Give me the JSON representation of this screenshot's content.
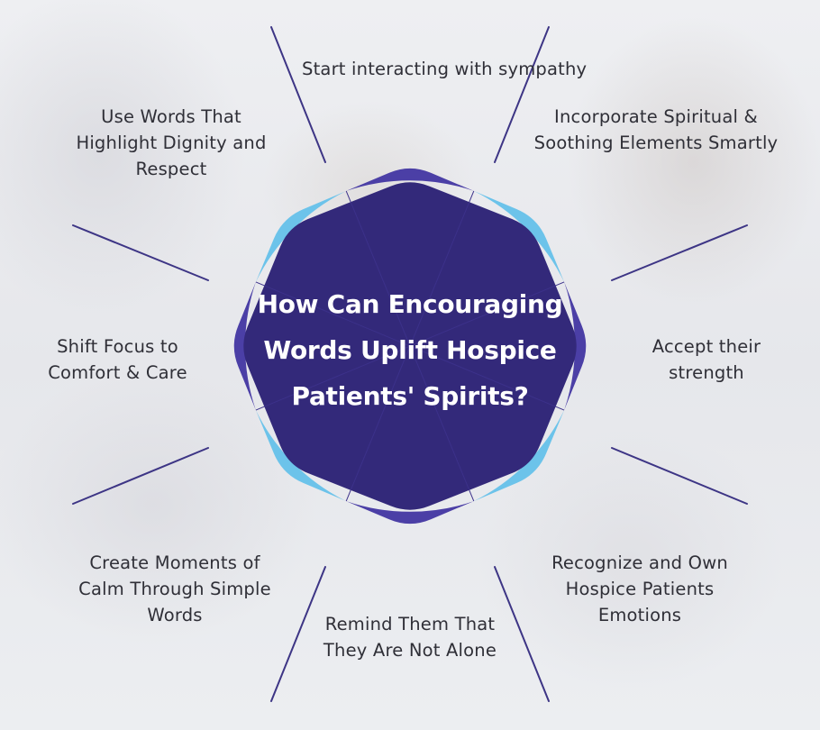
{
  "title": "How Can Encouraging Words Uplift Hospice Patients' Spirits?",
  "items": [
    "Start interacting with sympathy",
    "Incorporate Spiritual & Soothing Elements Smartly",
    "Accept their strength",
    "Recognize and Own Hospice Patients Emotions",
    "Remind Them That They Are Not Alone",
    "Create Moments of Calm Through Simple Words",
    "Shift Focus to Comfort & Care",
    "Use Words That Highlight Dignity and Respect"
  ],
  "colors": {
    "center_fill": "#33297a",
    "dark_segment": "#4b3fa6",
    "light_segment": "#6cc3ea",
    "connector_line": "#3d3585",
    "label_text": "#2f2f37",
    "title_text": "#ffffff"
  }
}
